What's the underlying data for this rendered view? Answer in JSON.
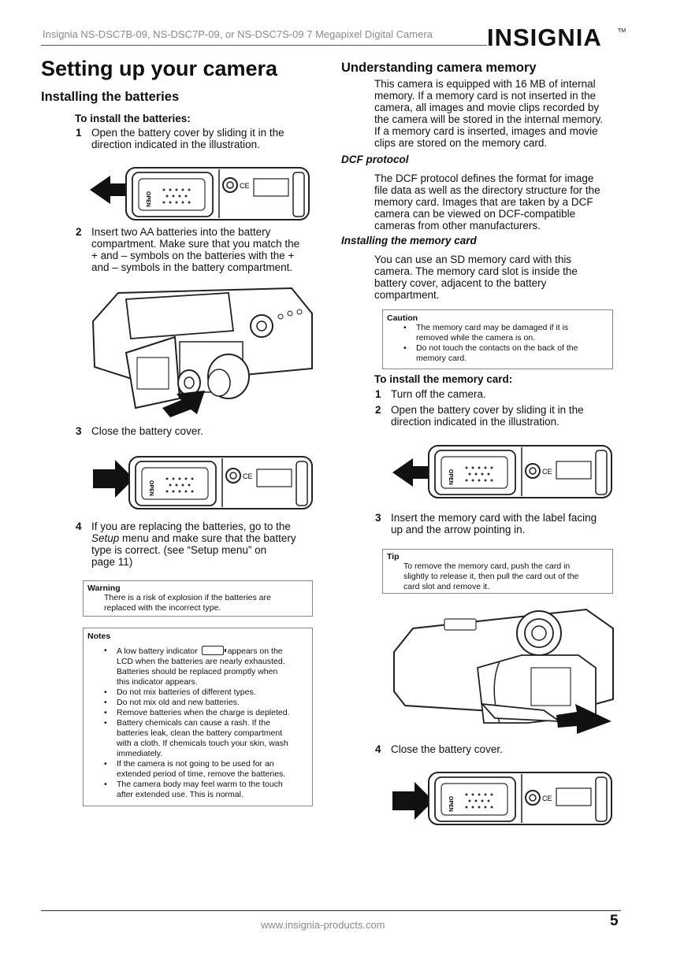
{
  "header": {
    "title": "Insignia NS-DSC7B-09, NS-DSC7P-09, or NS-DSC7S-09 7 Megapixel Digital Camera",
    "logo": "INSIGNIA",
    "trademark": "TM"
  },
  "left": {
    "page_title": "Setting up your camera",
    "section_heading": "Installing the batteries",
    "subheading": "To install the batteries:",
    "steps": [
      {
        "num": "1",
        "lines": [
          "Open the battery cover by sliding it in the",
          "direction indicated in the illustration."
        ]
      },
      {
        "num": "2",
        "lines": [
          "Insert two AA batteries into the battery",
          "compartment. Make sure that you match the",
          "+ and – symbols on the batteries with the +",
          "and – symbols in the battery compartment."
        ]
      },
      {
        "num": "3",
        "lines": [
          "Close the battery cover."
        ]
      },
      {
        "num": "4",
        "line1": "If you are replacing the batteries, go to the",
        "line2_italic": "Setup",
        "line2_rest": " menu and make sure that the battery",
        "line3": "type is correct. (see “Setup menu” on",
        "line4": "page 11)"
      }
    ],
    "warning": {
      "title": "Warning",
      "lines": [
        "There is a risk of explosion if the batteries are",
        "replaced with the incorrect type."
      ]
    },
    "notes": {
      "title": "Notes",
      "first_before": "A low battery indicator",
      "first_after": "appears on the",
      "first_lines": [
        "LCD when the batteries are nearly exhausted.",
        "Batteries should be replaced promptly when",
        "this indicator appears."
      ],
      "items": [
        [
          "Do not mix batteries of different types."
        ],
        [
          "Do not mix old and new batteries."
        ],
        [
          "Remove batteries when the charge is depleted."
        ],
        [
          "Battery chemicals can cause a rash. If the",
          "batteries leak, clean the battery compartment",
          "with a cloth. If chemicals touch your skin, wash",
          "immediately."
        ],
        [
          "If the camera is not going to be used for an",
          "extended period of time, remove the batteries."
        ],
        [
          "The camera body may feel warm to the touch",
          "after extended use. This is normal."
        ]
      ]
    }
  },
  "right": {
    "section_heading": "Understanding camera memory",
    "intro_lines": [
      "This camera is equipped with 16 MB of internal",
      "memory. If a memory card is not inserted in the",
      "camera, all images and movie clips recorded by",
      "the camera will be stored in the internal memory.",
      "If a memory card is inserted, images and movie",
      "clips are stored on the memory card."
    ],
    "dcf_heading": "DCF protocol",
    "dcf_lines": [
      "The DCF protocol defines the format for image",
      "file data as well as the directory structure for the",
      "memory card. Images that are taken by a DCF",
      "camera can be viewed on DCF-compatible",
      "cameras from other manufacturers."
    ],
    "install_heading": "Installing the memory card",
    "install_lines": [
      "You can use an SD memory card with this",
      "camera. The memory card slot is inside the",
      "battery cover, adjacent to the battery",
      "compartment."
    ],
    "caution": {
      "title": "Caution",
      "items": [
        [
          "The memory card may be damaged if it is",
          "removed while the camera is on."
        ],
        [
          "Do not touch the contacts on the back of the",
          "memory card."
        ]
      ]
    },
    "subheading": "To install the memory card:",
    "steps": [
      {
        "num": "1",
        "lines": [
          "Turn off the camera."
        ]
      },
      {
        "num": "2",
        "lines": [
          "Open the battery cover by sliding it in the",
          "direction indicated in the illustration."
        ]
      },
      {
        "num": "3",
        "lines": [
          "Insert the memory card with the label facing",
          "up and the arrow pointing in."
        ]
      },
      {
        "num": "4",
        "lines": [
          "Close the battery cover."
        ]
      }
    ],
    "tip": {
      "title": "Tip",
      "lines": [
        "To remove the memory card, push the card in",
        "slightly to release it, then pull the card out of the",
        "card slot and remove it."
      ]
    }
  },
  "illustration_labels": {
    "open": "OPEN",
    "ce": "CE"
  },
  "footer": {
    "url": "www.insignia-products.com",
    "page_number": "5"
  }
}
